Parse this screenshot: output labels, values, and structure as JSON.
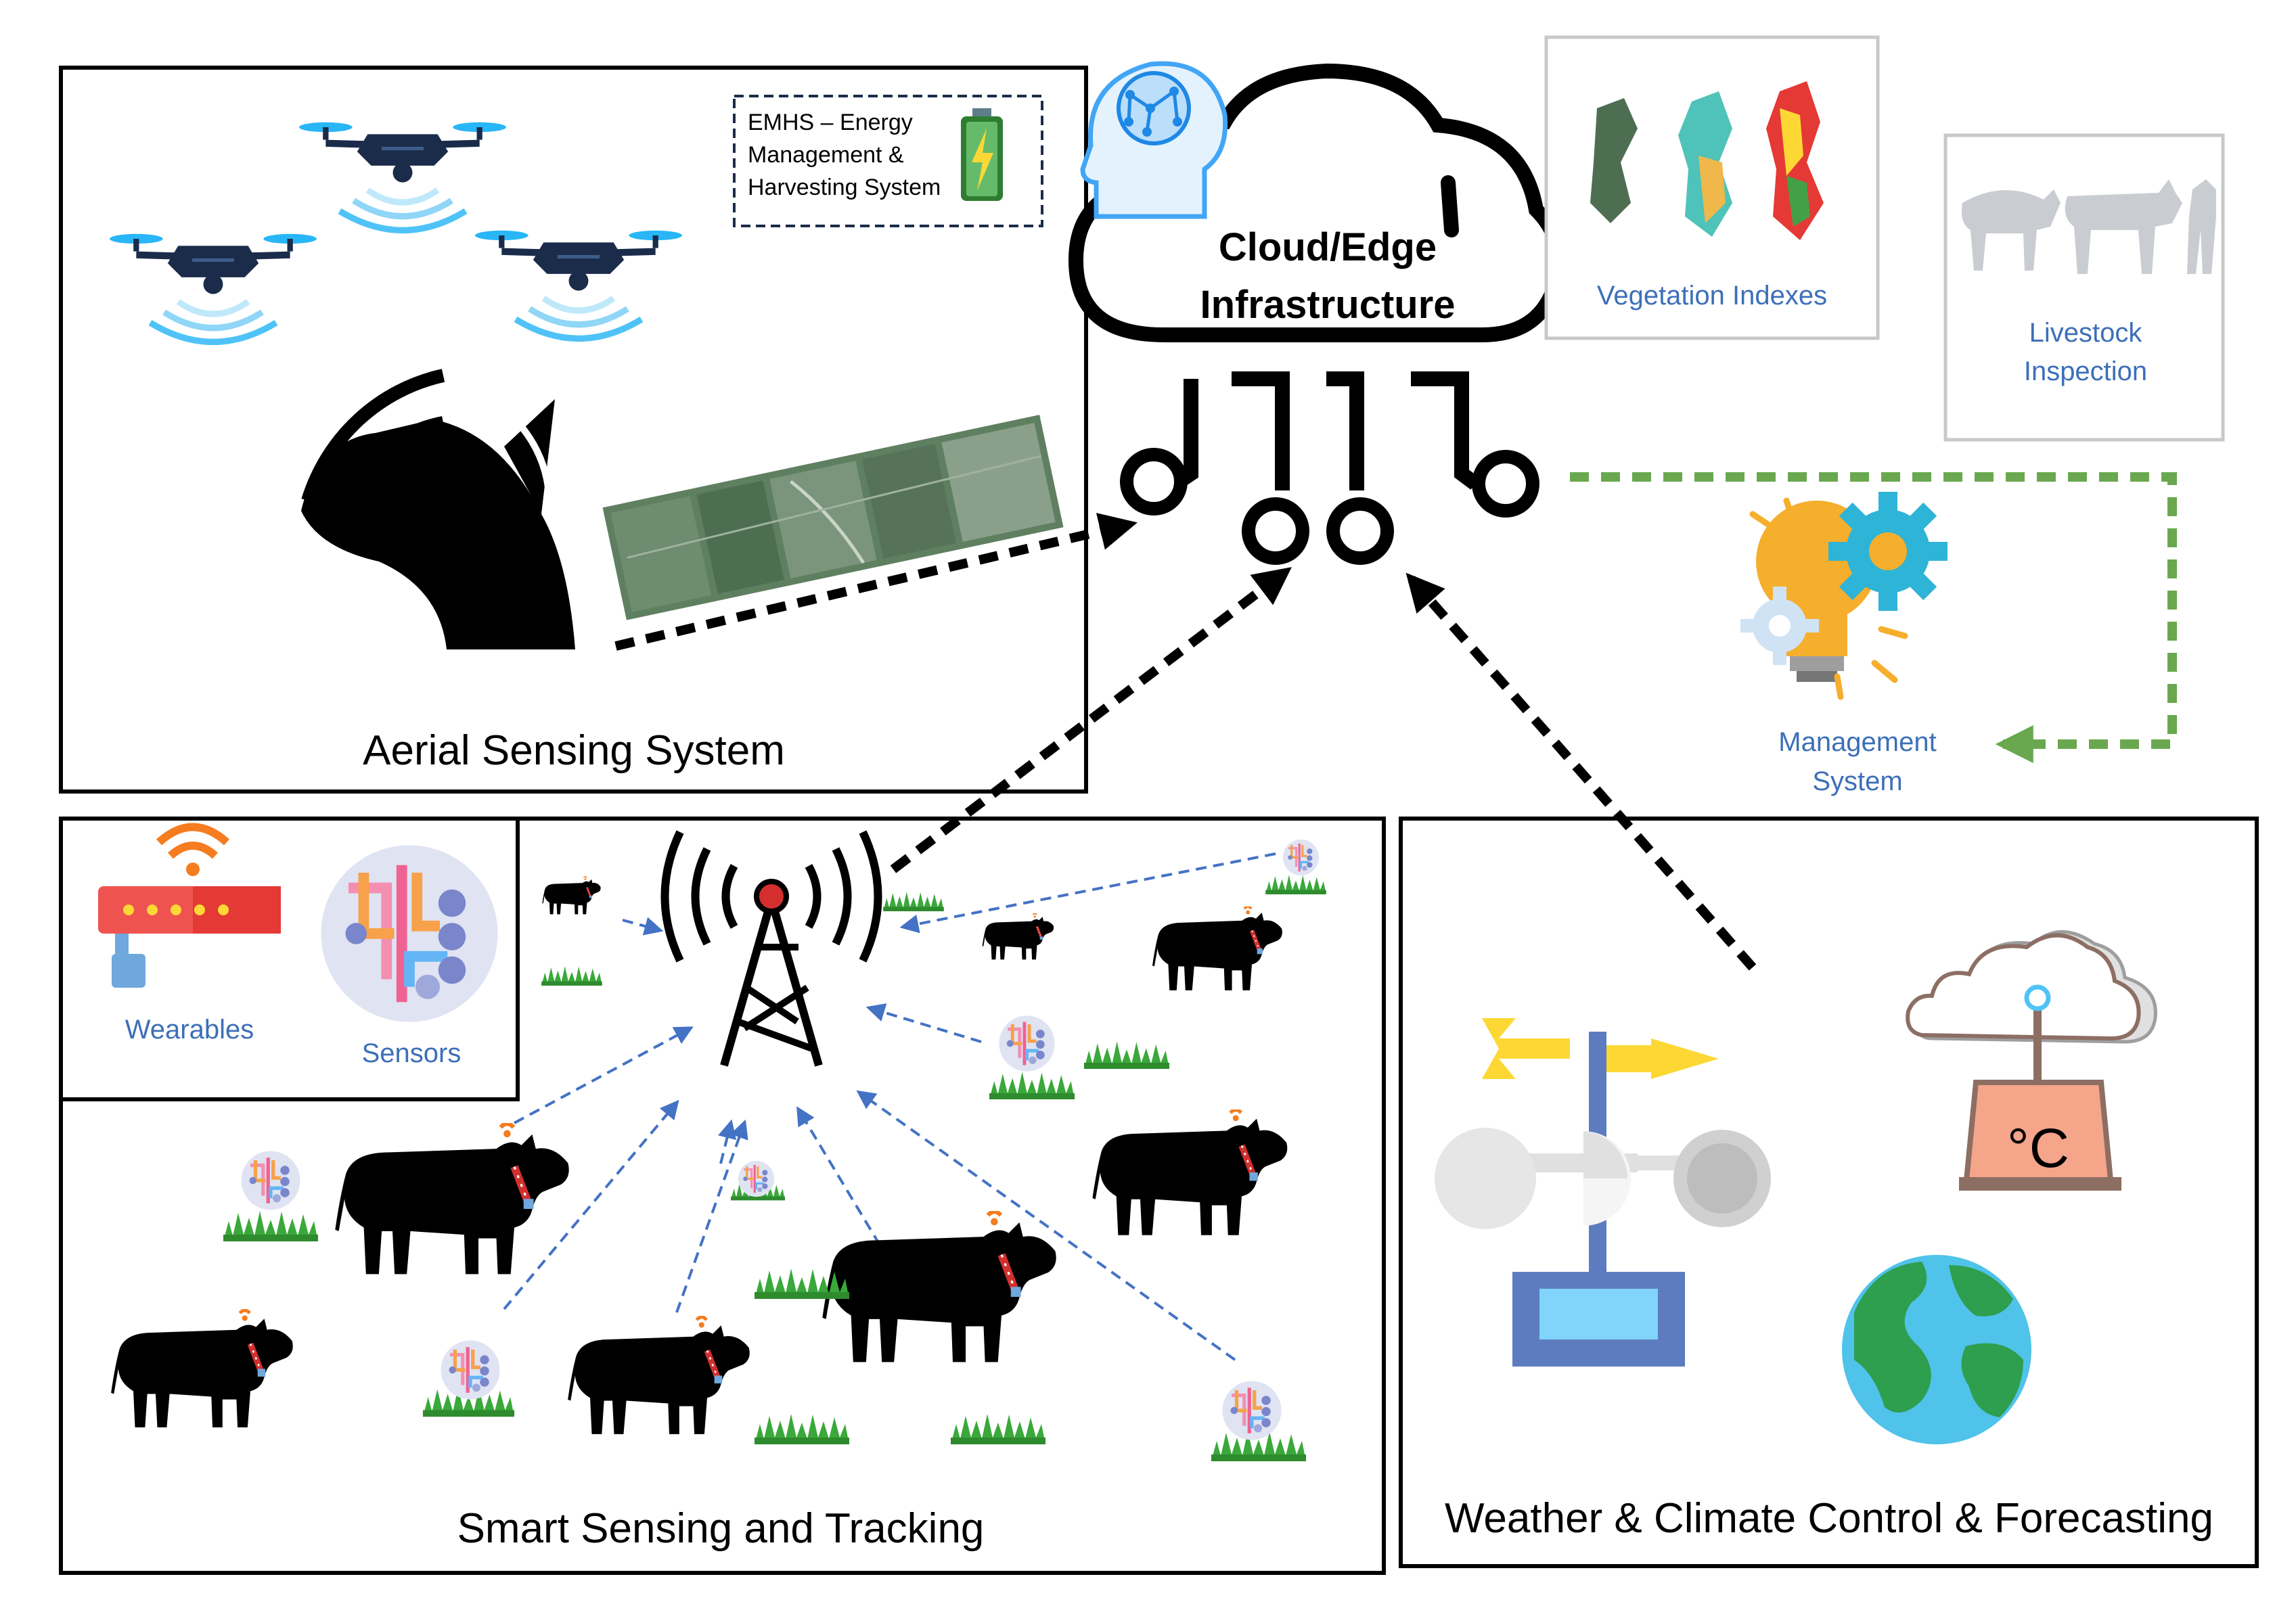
{
  "cloud": {
    "title_line1": "Cloud/Edge",
    "title_line2": "Infrastructure"
  },
  "aerial": {
    "title": "Aerial Sensing System",
    "emhs_line1": "EMHS – Energy",
    "emhs_line2": "Management &",
    "emhs_line3": "Harvesting System"
  },
  "vegetation": {
    "label": "Vegetation Indexes"
  },
  "livestock": {
    "label_line1": "Livestock",
    "label_line2": "Inspection"
  },
  "management": {
    "label_line1": "Management",
    "label_line2": "System"
  },
  "devices": {
    "wearables": "Wearables",
    "sensors": "Sensors"
  },
  "smart": {
    "title": "Smart Sensing and Tracking"
  },
  "weather": {
    "title": "Weather & Climate Control & Forecasting",
    "thermometer_unit": "°C"
  },
  "colors": {
    "border": "#000000",
    "label_blue": "#3d6fb8",
    "dashed_green": "#6aa84f",
    "dashed_blue": "#4472c4",
    "drone": "#1b2c4a",
    "cow": "#000000",
    "grass": "#3aa83a",
    "bulb": "#f6ae2d",
    "gear": "#2db4d6",
    "tower_dot": "#d32f2f"
  },
  "icons": [
    "brain-icon",
    "battery-icon",
    "drone-icon",
    "satellite-dish-icon",
    "satellite-imagery",
    "cloud-icon",
    "vegetation-map-icon",
    "cow-icon",
    "lightbulb-gear-icon",
    "router-icon",
    "sensor-chip-icon",
    "cell-tower-icon",
    "grass-icon",
    "wind-vane-icon",
    "cloud-thermometer-icon",
    "globe-icon"
  ]
}
